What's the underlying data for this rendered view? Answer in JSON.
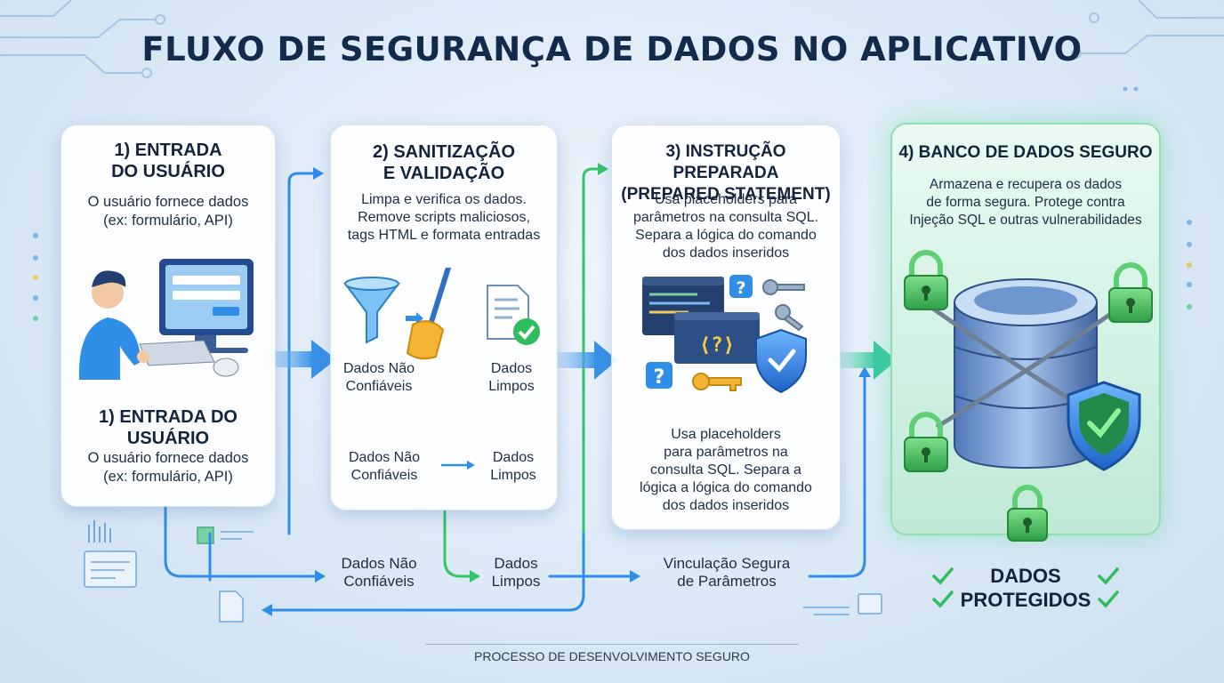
{
  "title": "FLUXO DE SEGURANÇA DE DADOS NO APLICATIVO",
  "step1": {
    "heading": [
      "1) ENTRADA",
      "DO USUÁRIO"
    ],
    "desc": [
      "O usuário fornece dados",
      "(ex: formulário, API)"
    ],
    "heading2": [
      "1) ENTRADA DO",
      "USUÁRIO"
    ],
    "desc2": [
      "O usuário fornece dados",
      "(ex: formulário, API)"
    ]
  },
  "step2": {
    "heading": [
      "2) SANITIZAÇÃO",
      "E VALIDAÇÃO"
    ],
    "desc": [
      "Limpa e verifica os dados.",
      "Remove scripts maliciosos,",
      "tags HTML e formata entradas"
    ],
    "in_label": [
      "Dados Não",
      "Confiáveis"
    ],
    "out_label": [
      "Dados",
      "Limpos"
    ],
    "in_label2": [
      "Dados Não",
      "Confiáveis"
    ],
    "out_label2": [
      "Dados",
      "Limpos"
    ]
  },
  "step3": {
    "heading": [
      "3) INSTRUÇÃO PREPARADA",
      "(PREPARED STATEMENT)"
    ],
    "desc": [
      "Usa placeholders para",
      "parâmetros na consulta SQL.",
      "Separa a lógica do comando",
      "dos dados inseridos"
    ],
    "desc2": [
      "Usa placeholders",
      "para parâmetros na",
      "consulta SQL. Separa a",
      "lógica a lógica do comando",
      "dos dados inseridos"
    ],
    "code_glyph": "⟨?⟩"
  },
  "step4": {
    "heading": "4) BANCO DE DADOS SEGURO",
    "desc": [
      "Armazena e recupera os dados",
      "de forma segura. Protege contra",
      "Injeção SQL e outras vulnerabilidades"
    ],
    "badge": [
      "DADOS",
      "PROTEGIDOS"
    ]
  },
  "flow": {
    "untrusted": [
      "Dados Não",
      "Confiáveis"
    ],
    "clean": [
      "Dados",
      "Limpos"
    ],
    "binding": [
      "Vinculação Segura",
      "de Parâmetros"
    ]
  },
  "footer": "PROCESSO DE DESENVOLVIMENTO SEGURO",
  "colors": {
    "accent_blue": "#2f8ee8",
    "accent_green": "#35c46a",
    "title": "#132a4a"
  },
  "icons": [
    "user-at-computer-icon",
    "funnel-icon",
    "broom-icon",
    "checked-document-icon",
    "code-window-icon",
    "key-icon",
    "question-icon",
    "shield-check-icon",
    "database-icon",
    "padlock-icon",
    "chain-icon",
    "checkmark-icon"
  ]
}
